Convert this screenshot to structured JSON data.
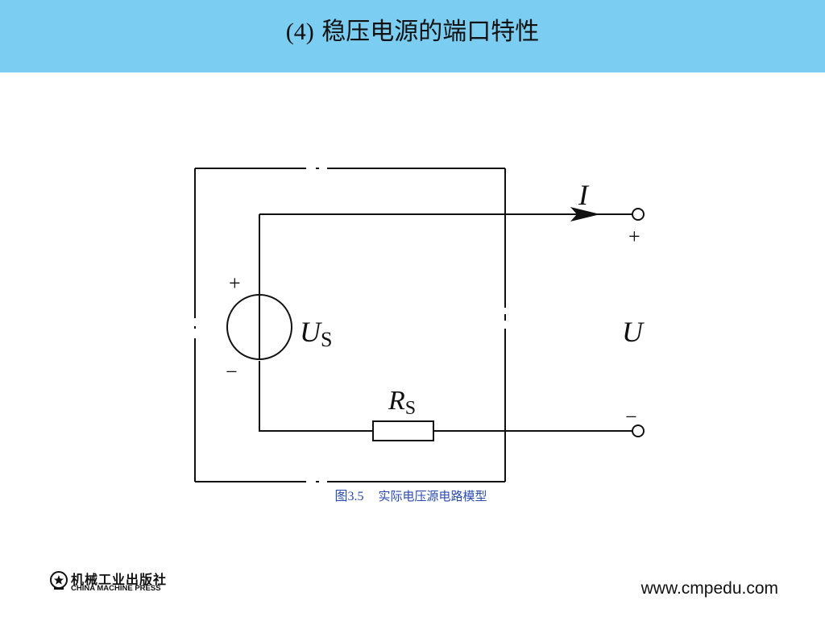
{
  "header": {
    "title_number": "(4)",
    "title_text": "稳压电源的端口特性",
    "background_color": "#7ccdf2"
  },
  "diagram": {
    "current_label": "I",
    "source_label_main": "U",
    "source_label_sub": "S",
    "resistor_label_main": "R",
    "resistor_label_sub": "S",
    "voltage_label": "U",
    "source_plus": "+",
    "source_minus": "−",
    "terminal_plus": "+",
    "terminal_minus": "−"
  },
  "caption": {
    "figure_number": "图3.5",
    "figure_title": "实际电压源电路模型",
    "color": "#2a4bb0"
  },
  "footer": {
    "publisher_cn": "机械工业出版社",
    "publisher_en": "CHINA MACHINE PRESS",
    "website": "www.cmpedu.com",
    "logo_icon": "star-badge-icon"
  }
}
